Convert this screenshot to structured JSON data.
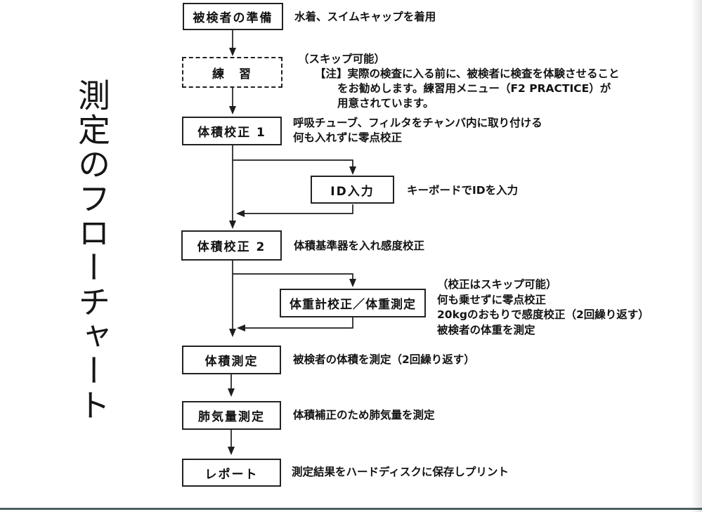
{
  "title": {
    "vertical_text": "測定のフローチャート"
  },
  "flow": {
    "boxes": [
      {
        "label": "被検者の準備"
      },
      {
        "label": "練　習"
      },
      {
        "label": "体積校正 1"
      },
      {
        "label": "ID入力"
      },
      {
        "label": "体積校正 2"
      },
      {
        "label": "体重計校正／体重測定"
      },
      {
        "label": "体積測定"
      },
      {
        "label": "肺気量測定"
      },
      {
        "label": "レポート"
      }
    ],
    "notes": {
      "prep": "水着、スイムキャップを着用",
      "practice": [
        "（スキップ可能）",
        "【注】実際の検査に入る前に、被検者に検査を体験させること",
        "をお勧めします。練習用メニュー（F2 PRACTICE）が",
        "用意されています。"
      ],
      "vol_cal1": [
        "呼吸チューブ、フィルタをチャンバ内に取り付ける",
        "何も入れずに零点校正"
      ],
      "id_input": "キーボードでIDを入力",
      "vol_cal2": "体積基準器を入れ感度校正",
      "weight": [
        "（校正はスキップ可能）",
        "何も乗せずに零点校正",
        "20kgのおもりで感度校正（2回繰り返す）",
        "被検者の体重を測定"
      ],
      "vol_meas": "被検者の体積を測定（2回繰り返す）",
      "lung": "体積補正のため肺気量を測定",
      "report": "測定結果をハードディスクに保存しプリント"
    }
  },
  "colors": {
    "ink": "#1b1b1b",
    "bottom_rule": "#4e5f5f",
    "background": "#ffffff"
  }
}
